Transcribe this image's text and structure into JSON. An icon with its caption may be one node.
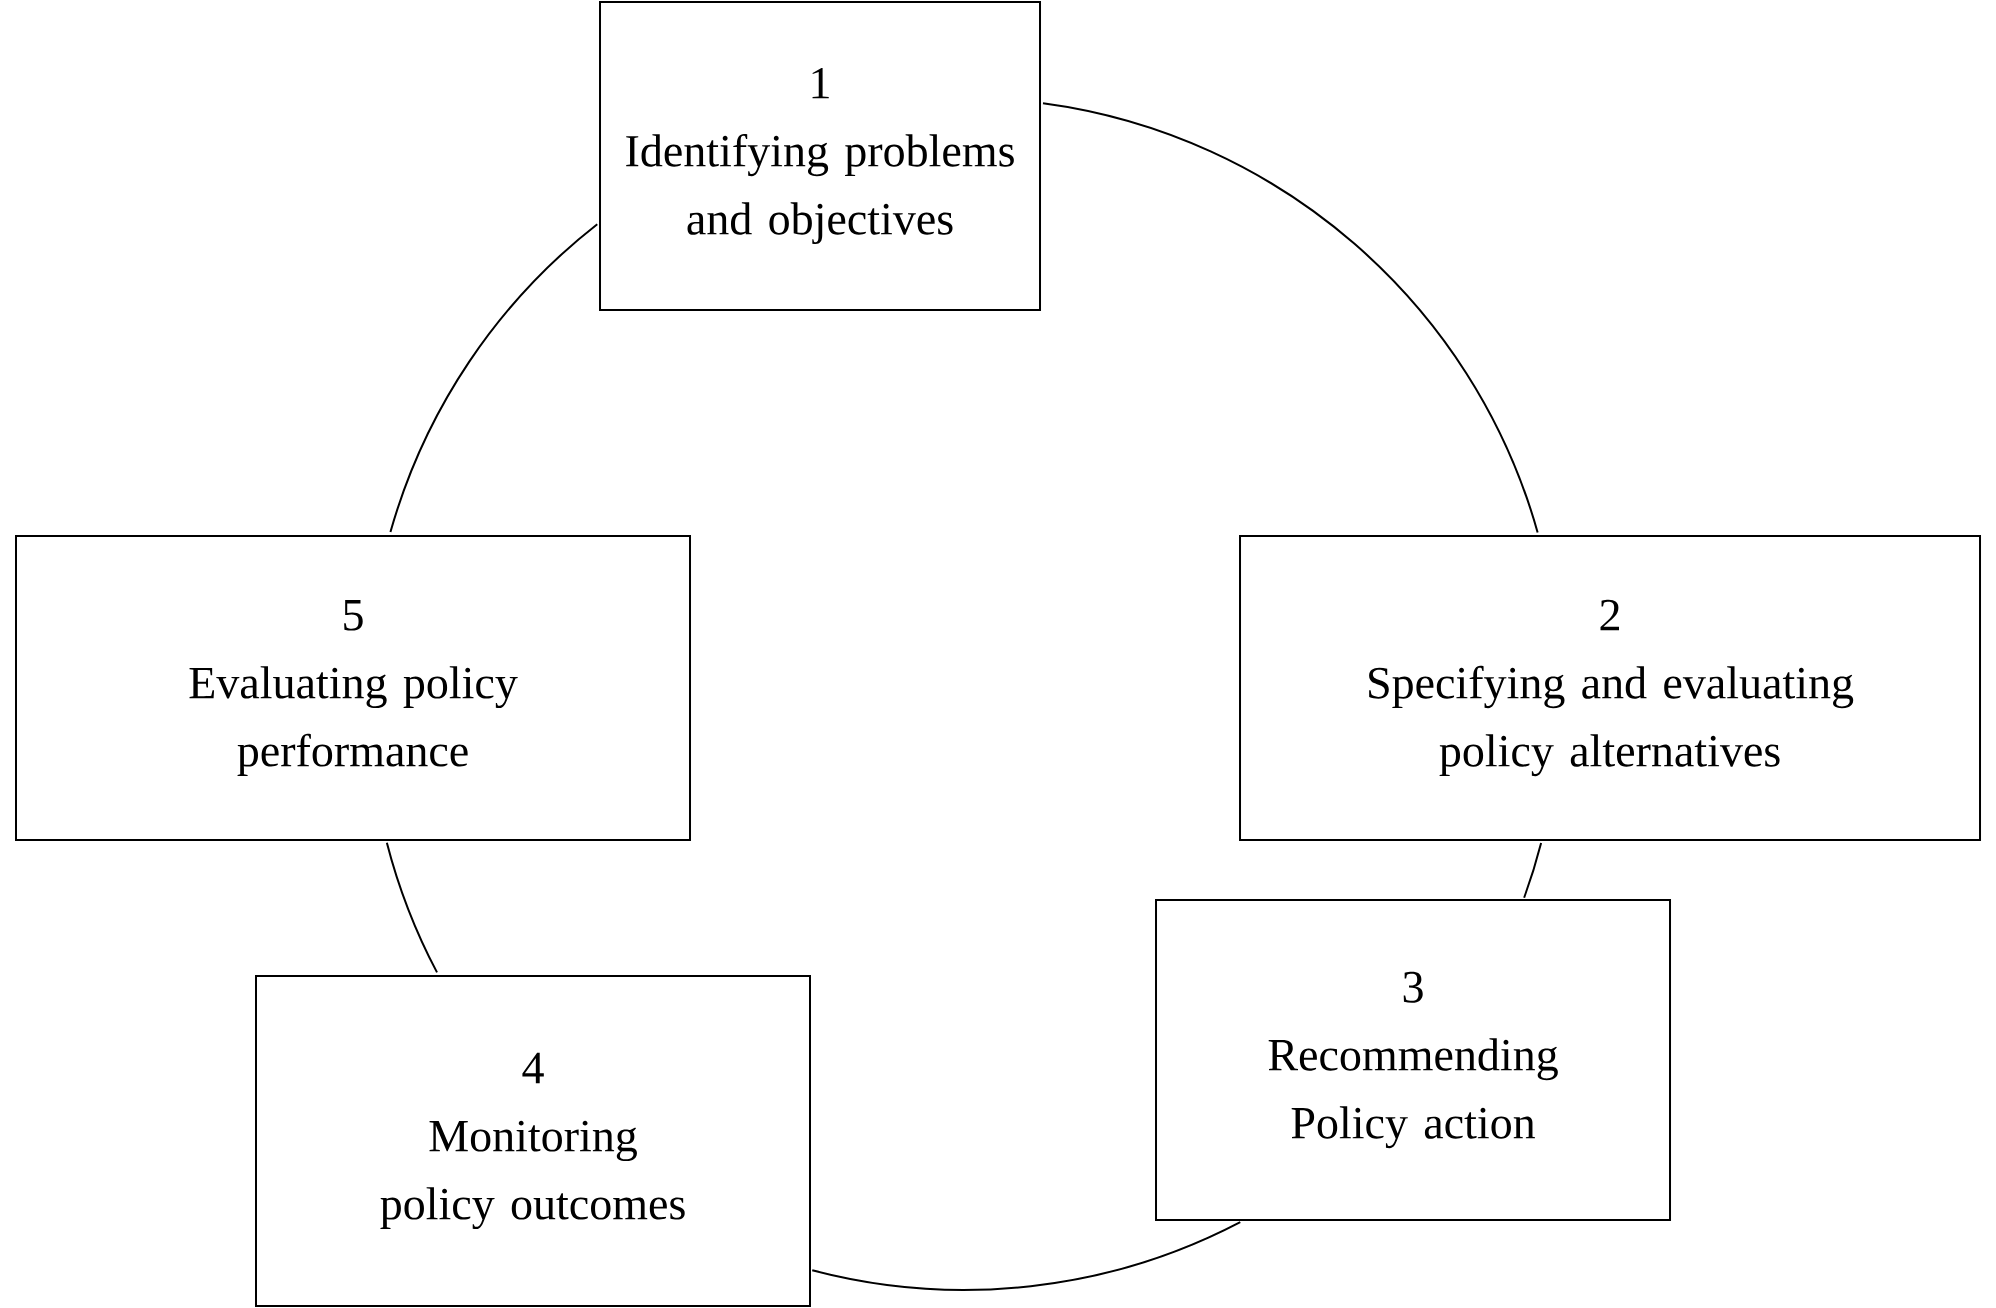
{
  "diagram": {
    "nodes": [
      {
        "text": [
          "1",
          "Identifying problems and objectives"
        ]
      },
      {
        "text": [
          "2",
          "Specifying and evaluating policy alternatives"
        ]
      },
      {
        "text": [
          "3",
          "Recommending Policy action"
        ]
      },
      {
        "text": [
          "4",
          "Monitoring policy outcomes"
        ]
      },
      {
        "text": [
          "5",
          "Evaluating policy performance"
        ]
      }
    ],
    "edges": [
      {
        "from": 0,
        "to": 1,
        "arrow": "none"
      },
      {
        "from": 1,
        "to": 2,
        "arrow": "none"
      },
      {
        "from": 2,
        "to": 3,
        "arrow": "none"
      },
      {
        "from": 3,
        "to": 4,
        "arrow": "none"
      },
      {
        "from": 4,
        "to": 0,
        "arrow": "none"
      }
    ]
  }
}
